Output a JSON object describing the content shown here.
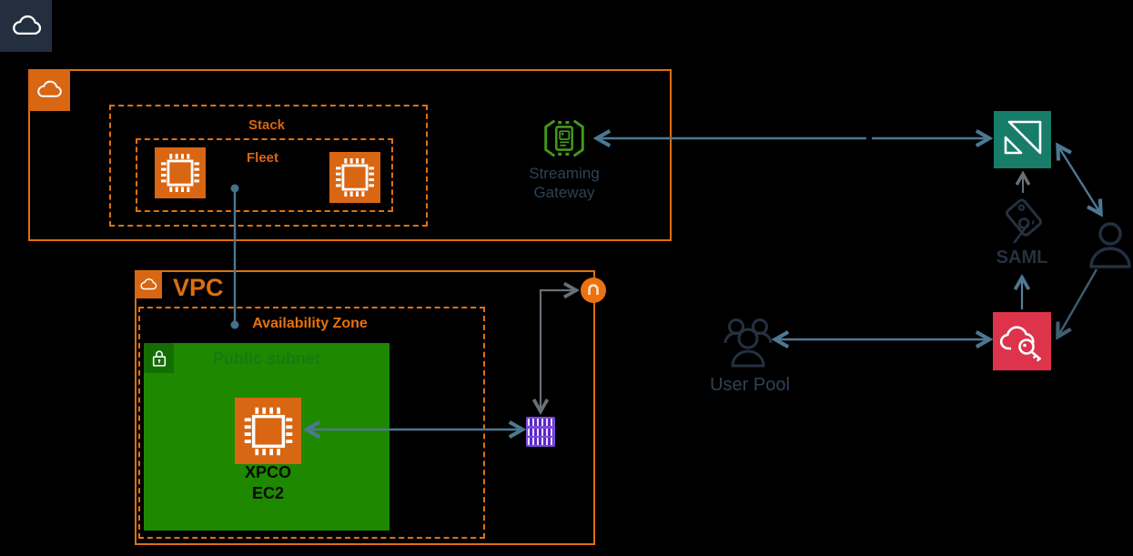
{
  "diagram": {
    "type": "aws-architecture",
    "background": "#000000"
  },
  "groups": {
    "aws_cloud_badge": {
      "icon": "aws-cloud-icon"
    },
    "aws_cloud": {
      "icon": "aws-cloud-icon",
      "label": ""
    },
    "stack": {
      "label": "Stack"
    },
    "fleet": {
      "label": "Fleet"
    },
    "vpc": {
      "label": "VPC",
      "icon": "vpc-cloud-icon"
    },
    "availability_zone": {
      "label": "Availability Zone"
    },
    "public_subnet": {
      "label": "Public subnet",
      "icon": "lock-icon"
    }
  },
  "nodes": {
    "fleet_instance_1": {
      "icon": "ec2-chip-icon"
    },
    "fleet_instance_2": {
      "icon": "ec2-chip-icon"
    },
    "streaming_gateway": {
      "label": "Streaming Gateway",
      "icon": "streaming-gateway-icon"
    },
    "appstream": {
      "icon": "appstream-icon"
    },
    "saml": {
      "label": "SAML",
      "icon": "saml-tag-icon"
    },
    "user": {
      "icon": "user-icon"
    },
    "cognito": {
      "icon": "cognito-icon"
    },
    "user_pool": {
      "label": "User Pool",
      "icon": "user-pool-icon"
    },
    "ec2_instance": {
      "label": "XPCO EC2",
      "icon": "ec2-chip-icon"
    },
    "route_table": {
      "icon": "route-table-icon"
    },
    "internet_gateway": {
      "icon": "internet-gateway-icon"
    }
  },
  "connections": [
    {
      "from": "fleet",
      "to": "availability-zone",
      "style": "line-with-dot-ends"
    },
    {
      "from": "streaming-gateway",
      "to": "appstream",
      "style": "double-arrow",
      "color": "#4C7893"
    },
    {
      "from": "saml",
      "to": "appstream",
      "style": "arrow",
      "color": "#687077"
    },
    {
      "from": "cognito",
      "to": "saml",
      "style": "arrow",
      "color": "#5C7E93"
    },
    {
      "from": "appstream",
      "to": "user",
      "style": "double-arrow",
      "color": "#4C7893"
    },
    {
      "from": "user",
      "to": "cognito",
      "style": "arrow",
      "color": "#3F5E70"
    },
    {
      "from": "user-pool",
      "to": "cognito",
      "style": "double-arrow",
      "color": "#4C7893"
    },
    {
      "from": "ec2-instance",
      "to": "route-table",
      "style": "double-arrow",
      "color": "#4C7893"
    },
    {
      "from": "route-table",
      "to": "internet-gateway",
      "style": "double-arrow",
      "color": "#687077"
    }
  ],
  "colors": {
    "orange_icon": "#D86613",
    "orange_border": "#DE6F0E",
    "orange_bright": "#EC7211",
    "teal": "#177C68",
    "red": "#DD344C",
    "purple": "#7B48DB",
    "green_fill": "#1E8900",
    "green_text": "#177A0F",
    "navy_icon": "#25313F",
    "navy_label": "#2E4254",
    "line_blue": "#4C7893",
    "line_gray": "#687077",
    "line_slate": "#3F5E70",
    "dark_badge": "#232F3E"
  }
}
